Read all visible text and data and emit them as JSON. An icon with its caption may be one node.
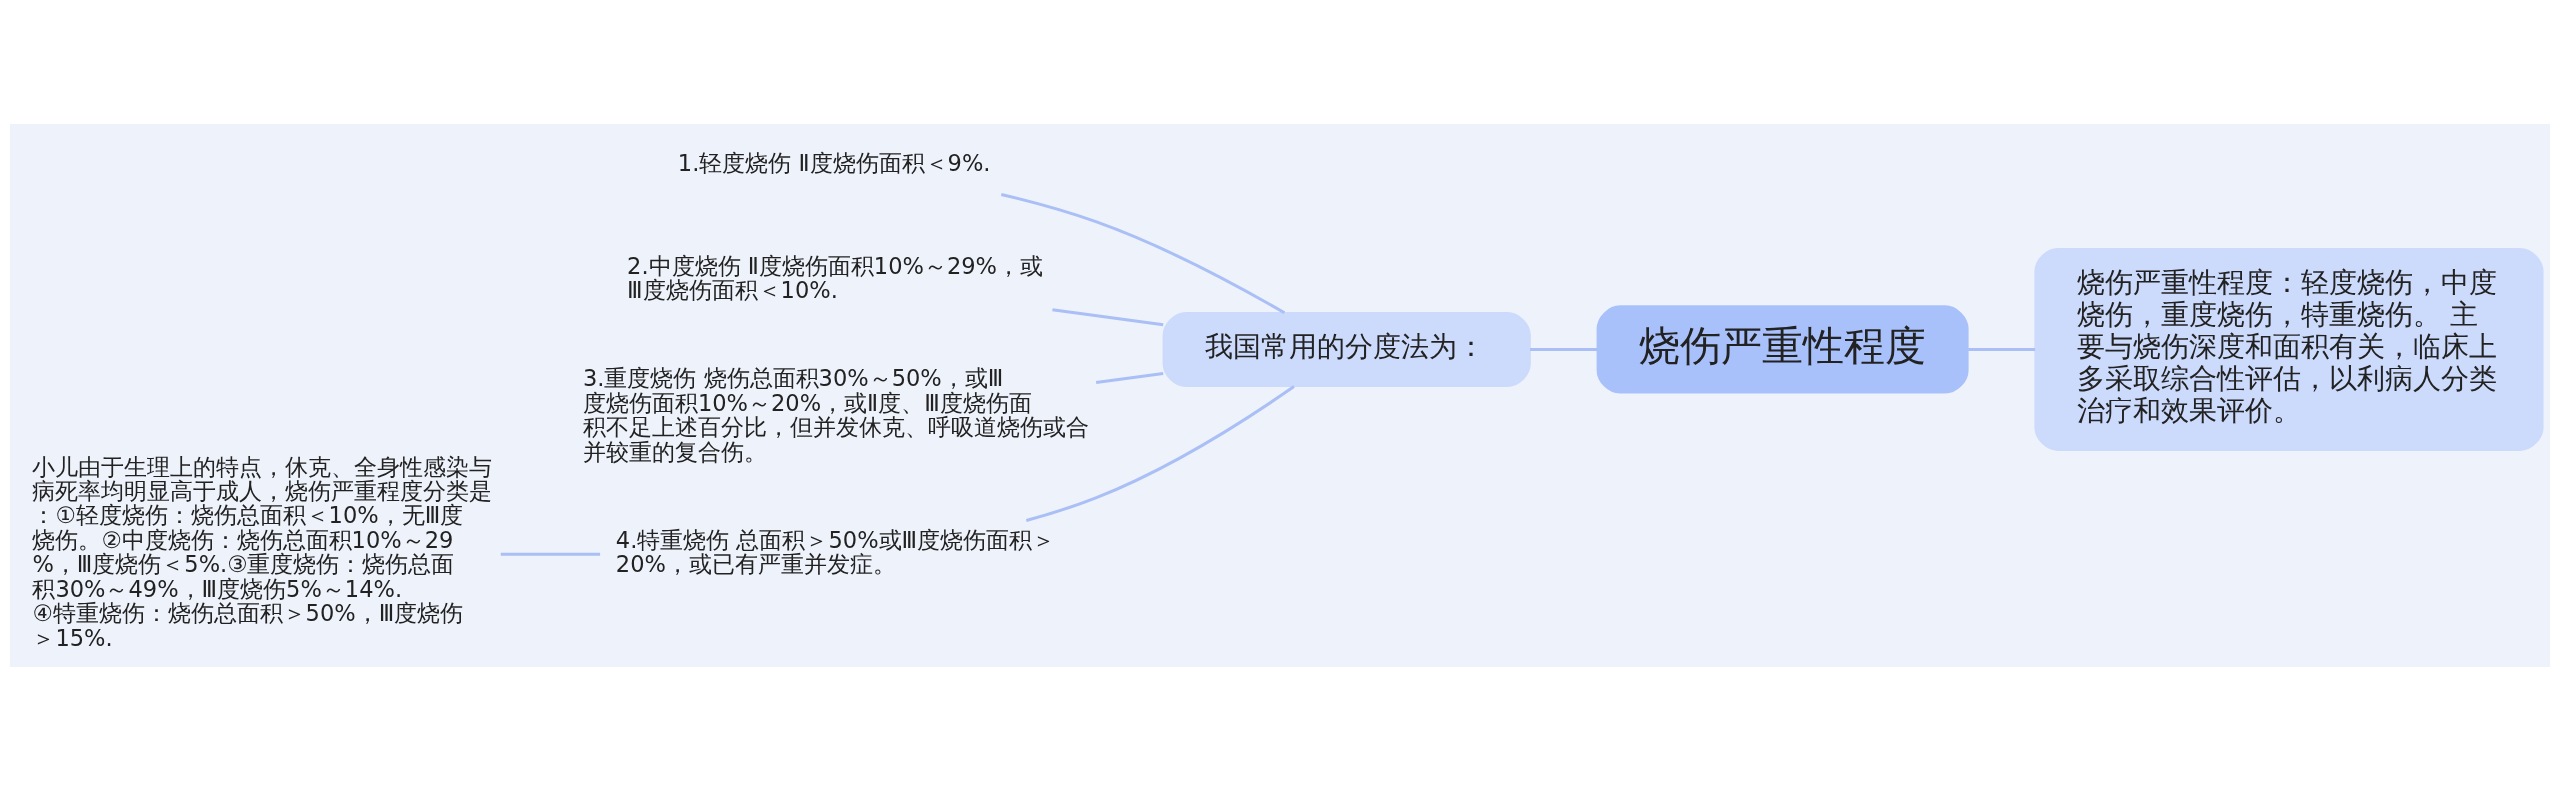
{
  "diagram": {
    "nodes": [
      {
        "text": [
          "烧伤严重性程度"
        ]
      },
      {
        "text": [
          "烧伤严重性程度：轻度烧伤，中度烧伤，重度烧伤，特重烧伤。 主要与烧伤深度和面积有关，临床上多采取综合性评估，以利病人分类治疗和效果评价。"
        ]
      },
      {
        "text": [
          "我国常用的分度法为："
        ]
      },
      {
        "text": [
          "1.轻度烧伤 Ⅱ度烧伤面积＜9%."
        ]
      },
      {
        "text": [
          "2.中度烧伤 Ⅱ度烧伤面积10%～29%，或Ⅲ度烧伤面积＜10%."
        ]
      },
      {
        "text": [
          "3.重度烧伤 烧伤总面积30%～50%，或Ⅲ度烧伤面积10%～20%，或Ⅱ度、Ⅲ度烧伤面积不足上述百分比，但并发休克、呼吸道烧伤或合并较重的复合伤。"
        ]
      },
      {
        "text": [
          "4.特重烧伤 总面积＞50%或Ⅲ度烧伤面积＞20%，或已有严重并发症。"
        ]
      },
      {
        "text": [
          "小儿由于生理上的特点，休克、全身性感染与病死率均明显高于成人，烧伤严重程度分类是：①轻度烧伤：烧伤总面积＜10%，无Ⅲ度烧伤。②中度烧伤：烧伤总面积10%～29%，Ⅲ度烧伤＜5%.③重度烧伤：烧伤总面积30%～49%，Ⅲ度烧伤5%～14%.④特重烧伤：烧伤总面积＞50%，Ⅲ度烧伤＞15%."
        ]
      }
    ],
    "edges": [
      {
        "from": 0,
        "to": 1,
        "arrow": "none"
      },
      {
        "from": 0,
        "to": 2,
        "arrow": "none"
      },
      {
        "from": 2,
        "to": 3,
        "arrow": "none"
      },
      {
        "from": 2,
        "to": 4,
        "arrow": "none"
      },
      {
        "from": 2,
        "to": 5,
        "arrow": "none"
      },
      {
        "from": 2,
        "to": 6,
        "arrow": "none"
      },
      {
        "from": 6,
        "to": 7,
        "arrow": "none"
      }
    ]
  }
}
